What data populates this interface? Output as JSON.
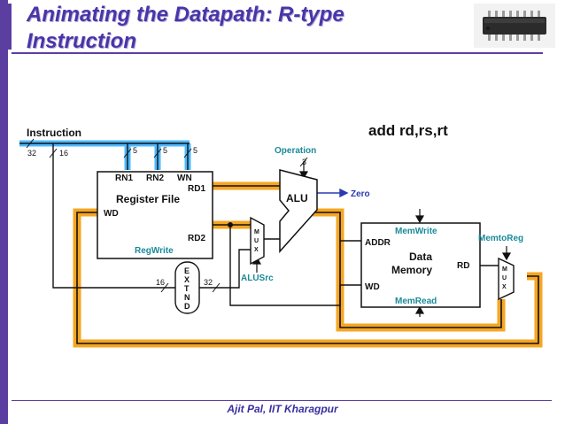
{
  "slide": {
    "title_line1": "Animating the Datapath: R-type",
    "title_line2": "Instruction",
    "footer": "Ajit Pal, IIT Kharagpur"
  },
  "colors": {
    "accent": "#5b3fa0",
    "highlight_orange": "#f5a623",
    "highlight_blue": "#4db8ff",
    "control_teal": "#1a8a9a"
  },
  "icons": {
    "corner_image": "integrated-circuit-chip-icon"
  },
  "diagram": {
    "instruction_label": "Instruction",
    "assembly": "add rd,rs,rt",
    "bus_width_32": "32",
    "bus_width_16": "16",
    "field_width_rn1": "5",
    "field_width_rn2": "5",
    "field_width_wn": "5",
    "operation_label": "Operation",
    "operation_width": "3",
    "register_file": {
      "title": "Register File",
      "rn1": "RN1",
      "rn2": "RN2",
      "wn": "WN",
      "rd1": "RD1",
      "rd2": "RD2",
      "wd": "WD",
      "control": "RegWrite"
    },
    "extend": {
      "letters": [
        "E",
        "X",
        "T",
        "N",
        "D"
      ],
      "in_width": "16",
      "out_width": "32"
    },
    "alu_mux": {
      "letters": [
        "M",
        "U",
        "X"
      ],
      "control": "ALUSrc"
    },
    "alu": {
      "label": "ALU",
      "zero": "Zero"
    },
    "data_memory": {
      "title_line1": "Data",
      "title_line2": "Memory",
      "addr": "ADDR",
      "wd": "WD",
      "rd": "RD",
      "mem_write": "MemWrite",
      "mem_read": "MemRead"
    },
    "mem_mux": {
      "letters": [
        "M",
        "U",
        "X"
      ],
      "control": "MemtoReg"
    }
  }
}
